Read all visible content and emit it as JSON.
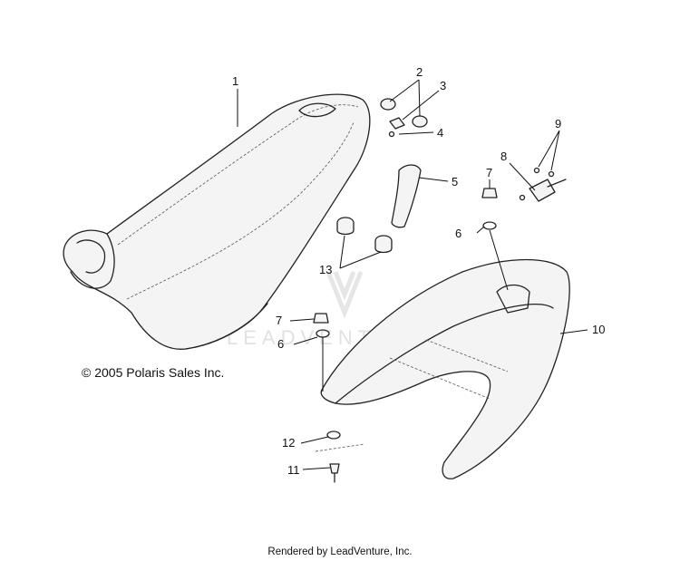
{
  "callouts": [
    {
      "num": "1"
    },
    {
      "num": "2"
    },
    {
      "num": "3"
    },
    {
      "num": "4"
    },
    {
      "num": "5"
    },
    {
      "num": "6"
    },
    {
      "num": "7"
    },
    {
      "num": "8"
    },
    {
      "num": "9"
    },
    {
      "num": "10"
    },
    {
      "num": "11"
    },
    {
      "num": "12"
    },
    {
      "num": "13"
    },
    {
      "num": "7"
    },
    {
      "num": "6"
    }
  ],
  "copyright": "© 2005 Polaris Sales Inc.",
  "footer": "Rendered by LeadVenture, Inc.",
  "watermark": "LEADVENTURE"
}
